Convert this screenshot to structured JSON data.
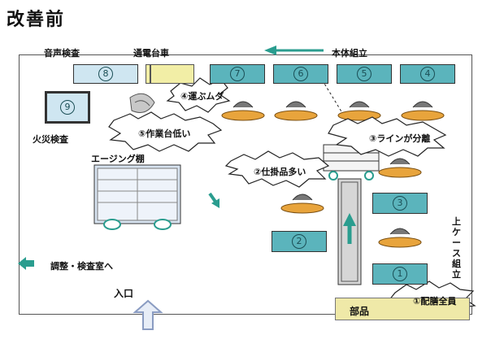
{
  "title": "改善前",
  "labels": {
    "audio_inspection": "音声検査",
    "power_cart": "通電台車",
    "main_assembly": "本体組立",
    "fire_inspection": "火災検査",
    "aging_shelf": "エージング棚",
    "adjust_room": "調整・検査室へ",
    "entrance": "入口",
    "upper_case_assembly": "上ケース組立",
    "parts": "部品"
  },
  "stations": {
    "s1": "1",
    "s2": "2",
    "s3": "3",
    "s4": "4",
    "s5": "5",
    "s6": "6",
    "s7": "7",
    "s8": "8",
    "s9": "9"
  },
  "problems": {
    "p1": "①配膳全員",
    "p2": "②仕掛品多い",
    "p3": "③ラインが分離",
    "p4": "④運ぶムダ",
    "p5": "⑤作業台低い"
  },
  "colors": {
    "station": "#5bb4bc",
    "station_light": "#cfe6f1",
    "cart": "#f2eea6",
    "parts": "#efe9a8",
    "worker": "#e8a43c",
    "arrow_green": "#2a9d8f",
    "arrow_up_outline": "#b9c6dd"
  }
}
